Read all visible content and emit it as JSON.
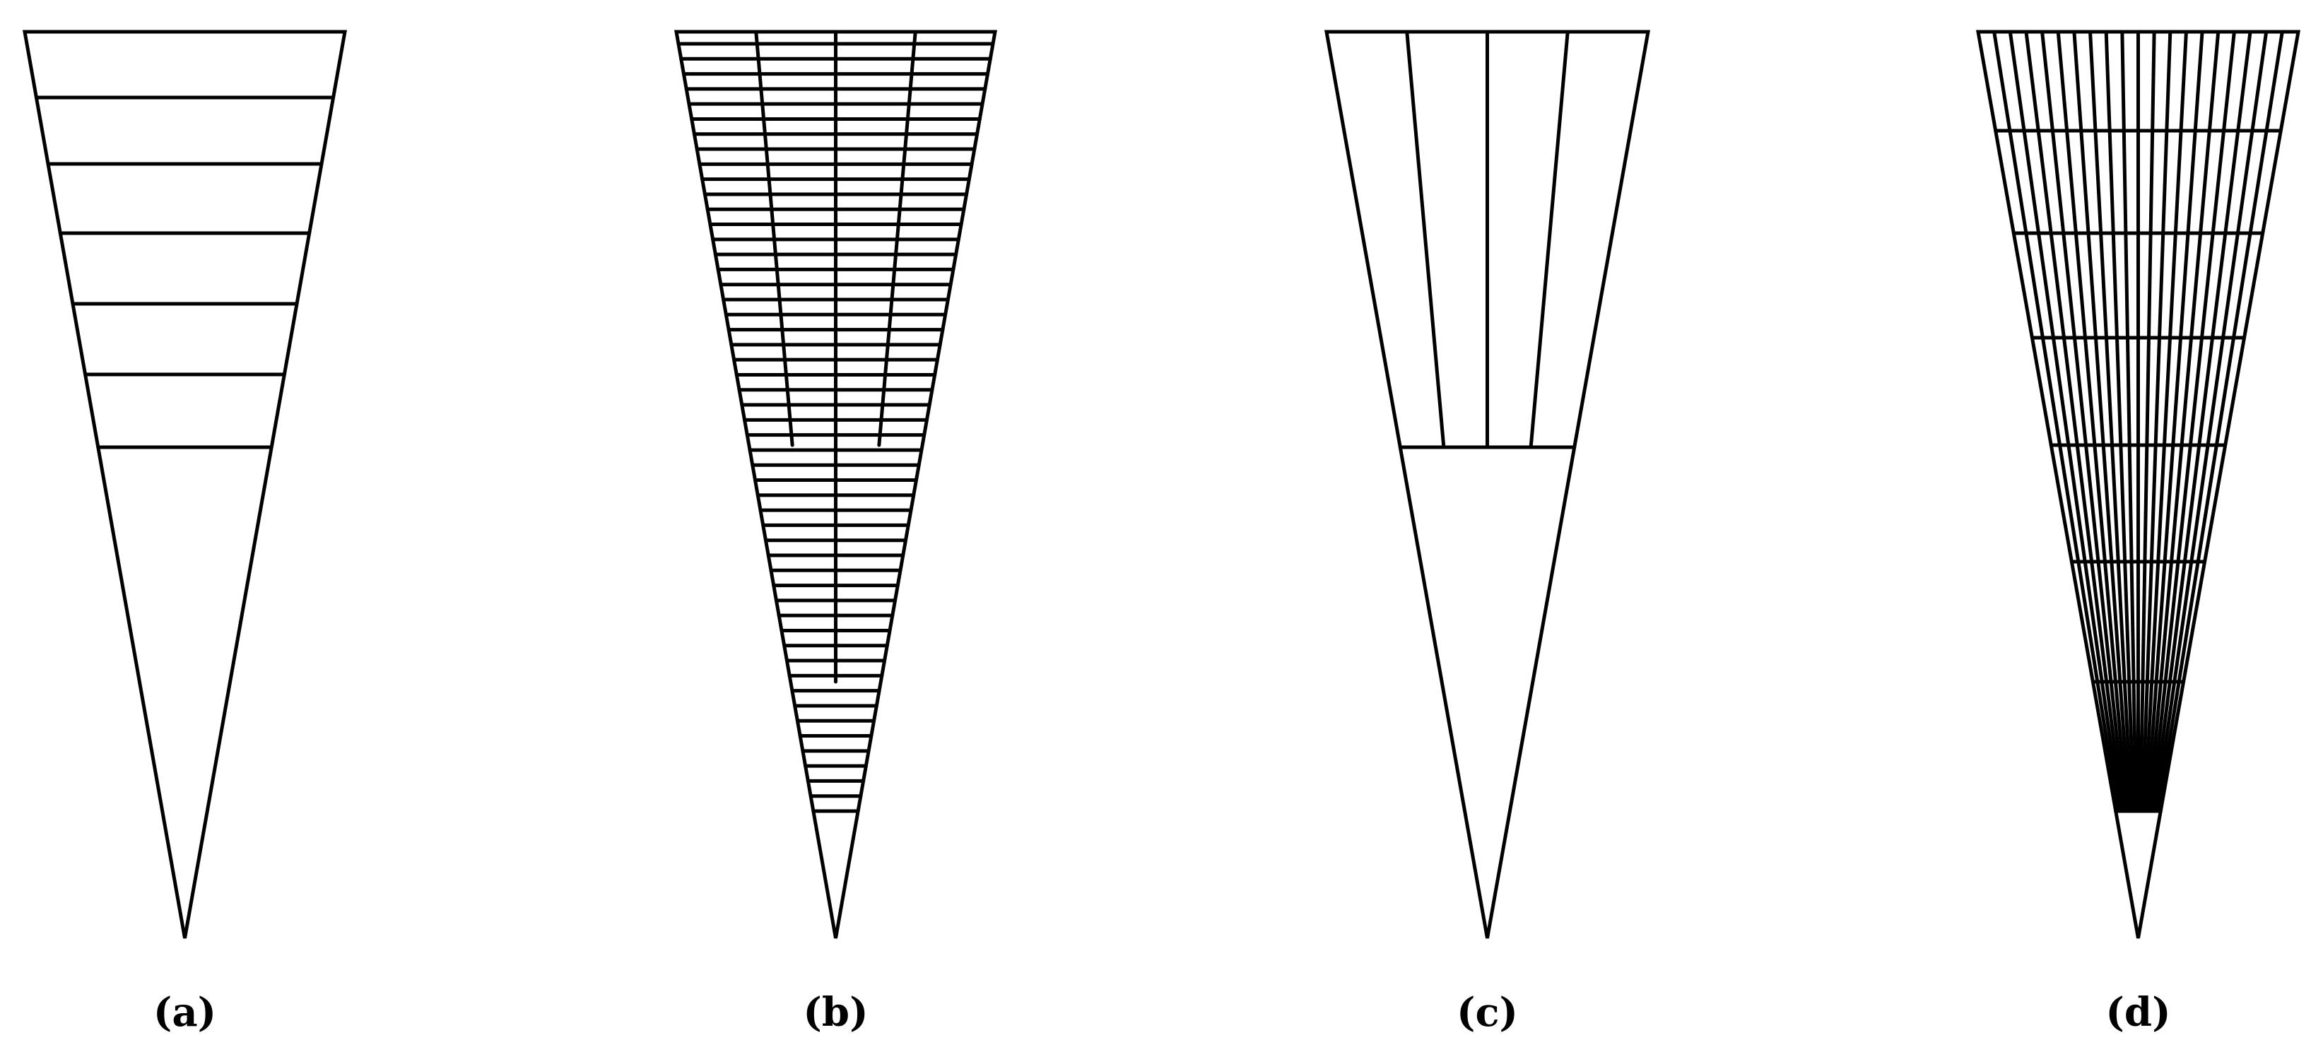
{
  "figure": {
    "panels": [
      {
        "label": "(a)",
        "subdivision": "horizontal-bands",
        "stroke_color": "#000000"
      },
      {
        "label": "(b)",
        "subdivision": "fine-horizontal-bands-with-vertical-splits",
        "stroke_color": "#000000"
      },
      {
        "label": "(c)",
        "subdivision": "vertical-strips-upper-half",
        "stroke_color": "#000000"
      },
      {
        "label": "(d)",
        "subdivision": "radial-strips-with-horizontal-bands",
        "stroke_color": "#000000"
      }
    ]
  }
}
